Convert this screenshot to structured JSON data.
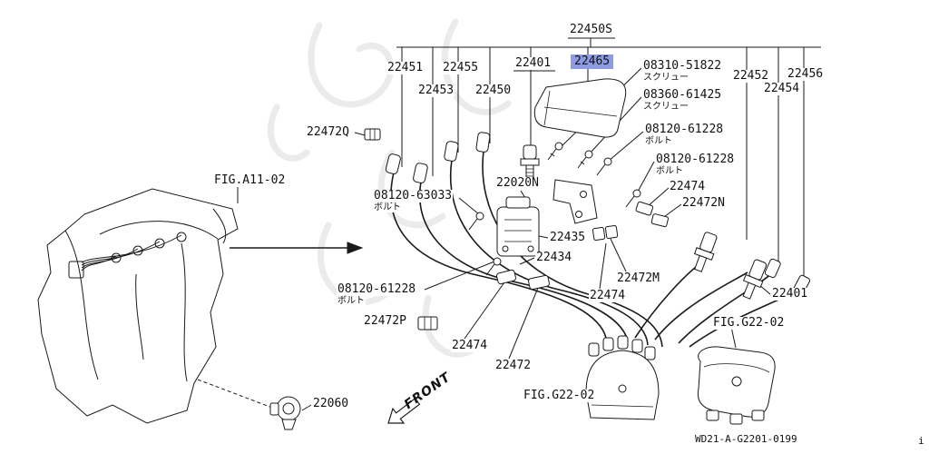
{
  "diagram": {
    "footer_code": "WD21-A-G2201-0199",
    "page_marker": "i",
    "front_label": "FRONT",
    "highlight_color": "#8b9be4",
    "line_color": "#1a1a1a"
  },
  "labels": [
    {
      "text": "22450S"
    },
    {
      "text": "22451"
    },
    {
      "text": "22455"
    },
    {
      "text": "22453"
    },
    {
      "text": "22450"
    },
    {
      "text": "22401"
    },
    {
      "text": "22465"
    },
    {
      "text": "08310-51822",
      "sub": "スクリュー"
    },
    {
      "text": "08360-61425",
      "sub": "スクリュー"
    },
    {
      "text": "08120-61228",
      "sub": "ボルト"
    },
    {
      "text": "08120-61228",
      "sub": "ボルト"
    },
    {
      "text": "22452"
    },
    {
      "text": "22454"
    },
    {
      "text": "22456"
    },
    {
      "text": "22472Q"
    },
    {
      "text": "FIG.A11-02"
    },
    {
      "text": "08120-63033",
      "sub": "ボルト"
    },
    {
      "text": "22020N"
    },
    {
      "text": "22474"
    },
    {
      "text": "22472N"
    },
    {
      "text": "22435"
    },
    {
      "text": "22434"
    },
    {
      "text": "08120-61228",
      "sub": "ボルト"
    },
    {
      "text": "22472M"
    },
    {
      "text": "22474"
    },
    {
      "text": "22401"
    },
    {
      "text": "22472P"
    },
    {
      "text": "FIG.G22-02"
    },
    {
      "text": "22474"
    },
    {
      "text": "22472"
    },
    {
      "text": "22060"
    },
    {
      "text": "FIG.G22-02"
    }
  ]
}
